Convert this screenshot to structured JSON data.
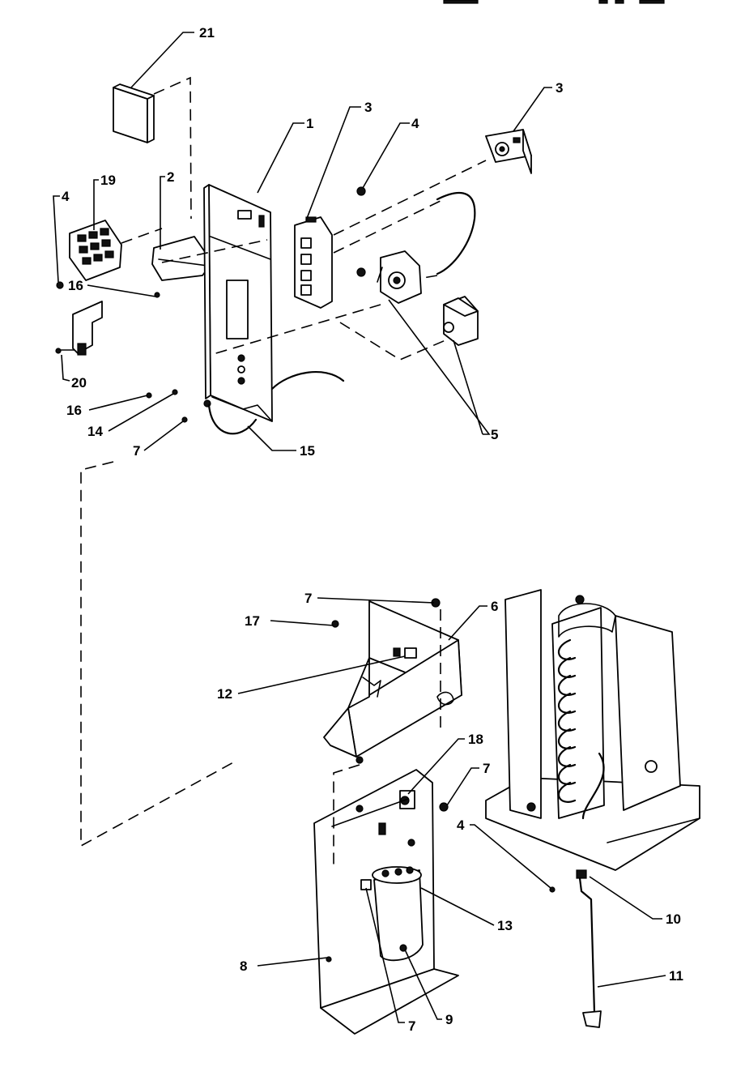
{
  "diagram": {
    "callouts": [
      {
        "id": "21",
        "label": "21"
      },
      {
        "id": "1",
        "label": "1"
      },
      {
        "id": "3a",
        "label": "3"
      },
      {
        "id": "4a",
        "label": "4"
      },
      {
        "id": "3b",
        "label": "3"
      },
      {
        "id": "4b",
        "label": "4"
      },
      {
        "id": "19",
        "label": "19"
      },
      {
        "id": "2",
        "label": "2"
      },
      {
        "id": "16a",
        "label": "16"
      },
      {
        "id": "20",
        "label": "20"
      },
      {
        "id": "16b",
        "label": "16"
      },
      {
        "id": "14",
        "label": "14"
      },
      {
        "id": "7a",
        "label": "7"
      },
      {
        "id": "15",
        "label": "15"
      },
      {
        "id": "5",
        "label": "5"
      },
      {
        "id": "7b",
        "label": "7"
      },
      {
        "id": "6",
        "label": "6"
      },
      {
        "id": "17",
        "label": "17"
      },
      {
        "id": "12",
        "label": "12"
      },
      {
        "id": "18",
        "label": "18"
      },
      {
        "id": "7c",
        "label": "7"
      },
      {
        "id": "4c",
        "label": "4"
      },
      {
        "id": "10",
        "label": "10"
      },
      {
        "id": "13",
        "label": "13"
      },
      {
        "id": "8",
        "label": "8"
      },
      {
        "id": "11",
        "label": "11"
      },
      {
        "id": "7d",
        "label": "7"
      },
      {
        "id": "9",
        "label": "9"
      }
    ]
  }
}
